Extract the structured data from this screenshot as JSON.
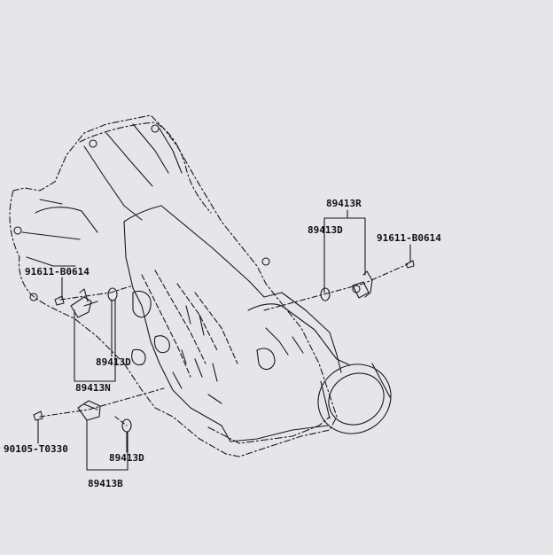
{
  "parts": {
    "sensor_right_group": "89413R",
    "oring_right": "89413D",
    "bolt_right": "91611-B0614",
    "bolt_left": "91611-B0614",
    "oring_left": "89413D",
    "sensor_left_group": "89413N",
    "bolt_bottom": "90105-T0330",
    "oring_bottom": "89413D",
    "sensor_bottom_group": "89413B"
  }
}
